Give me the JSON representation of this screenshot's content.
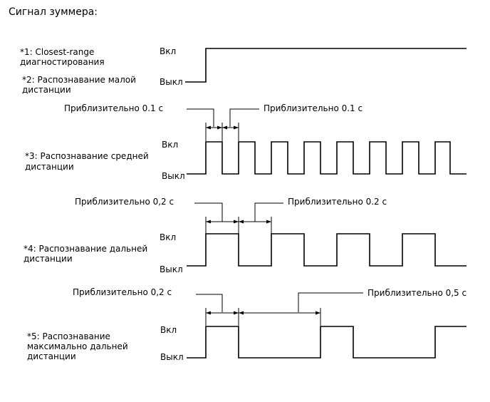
{
  "title": "Сигнал зуммера:",
  "states": {
    "on": "Вкл",
    "off": "Выкл"
  },
  "rows": [
    {
      "label_lines": [
        "*1: Closest-range",
        "диагностирования"
      ]
    },
    {
      "label_lines": [
        "*2: Распознавание малой",
        "дистанции"
      ]
    },
    {
      "label_lines": [
        "*3: Распознавание средней",
        "дистанции"
      ]
    },
    {
      "label_lines": [
        "*4: Распознавание дальней",
        "дистанции"
      ]
    },
    {
      "label_lines": [
        "*5: Распознавание",
        "максимально дальней",
        "дистанции"
      ]
    }
  ],
  "annotations": {
    "mid_on": "Приблизительно  0.1 с",
    "mid_off": "Приблизительно 0.1 с",
    "long_on": "Приблизительно 0,2 с",
    "long_off": "Приблизительно 0.2 с",
    "max_on": "Приблизительно 0,2 с",
    "max_off": "Приблизительно 0,5 с"
  }
}
